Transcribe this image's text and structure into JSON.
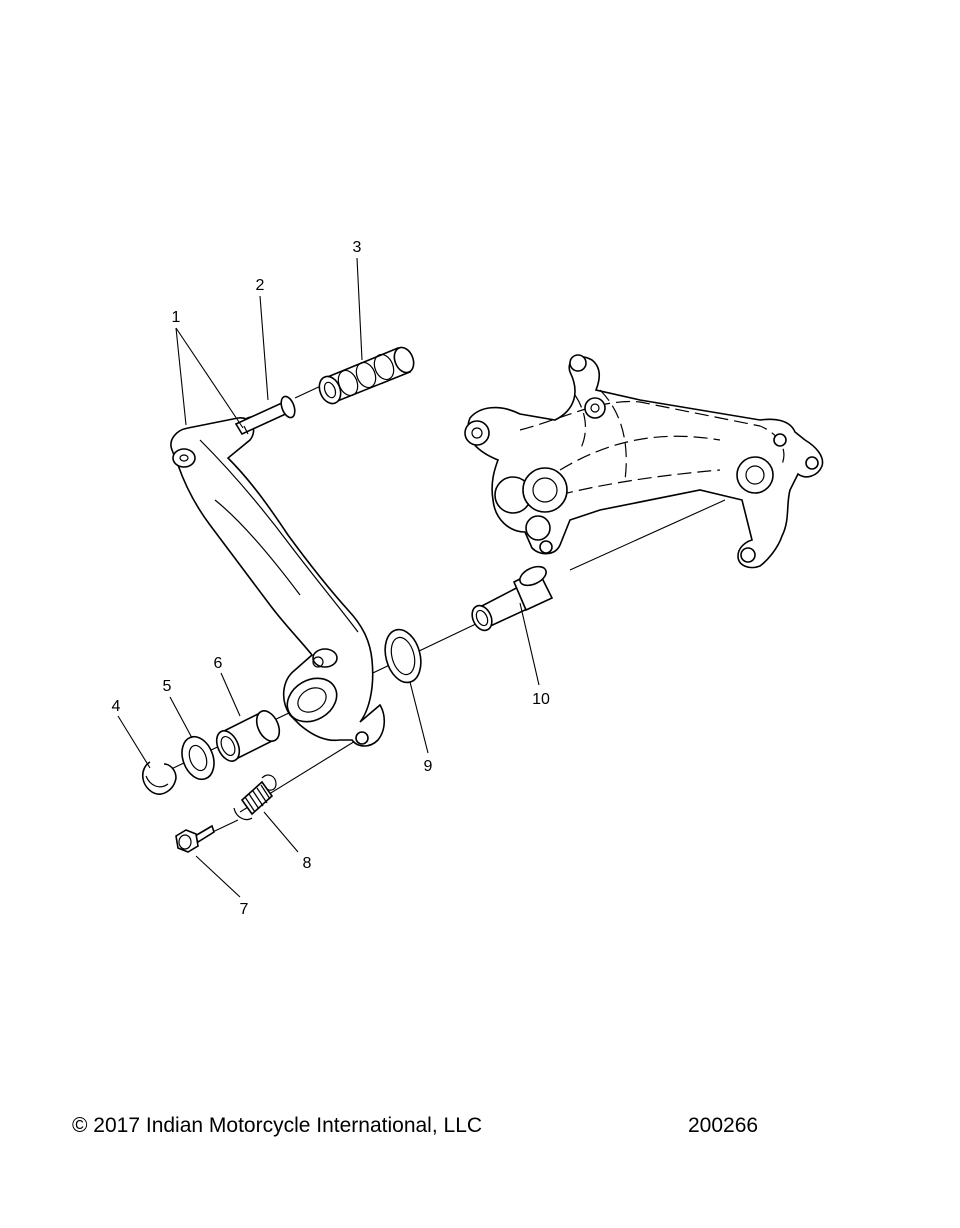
{
  "callouts": [
    {
      "id": "1",
      "label": "1"
    },
    {
      "id": "2",
      "label": "2"
    },
    {
      "id": "3",
      "label": "3"
    },
    {
      "id": "4",
      "label": "4"
    },
    {
      "id": "5",
      "label": "5"
    },
    {
      "id": "6",
      "label": "6"
    },
    {
      "id": "7",
      "label": "7"
    },
    {
      "id": "8",
      "label": "8"
    },
    {
      "id": "9",
      "label": "9"
    },
    {
      "id": "10",
      "label": "10"
    }
  ],
  "footer": {
    "copyright": "© 2017 Indian Motorcycle International, LLC",
    "diagram_id": "200266"
  }
}
